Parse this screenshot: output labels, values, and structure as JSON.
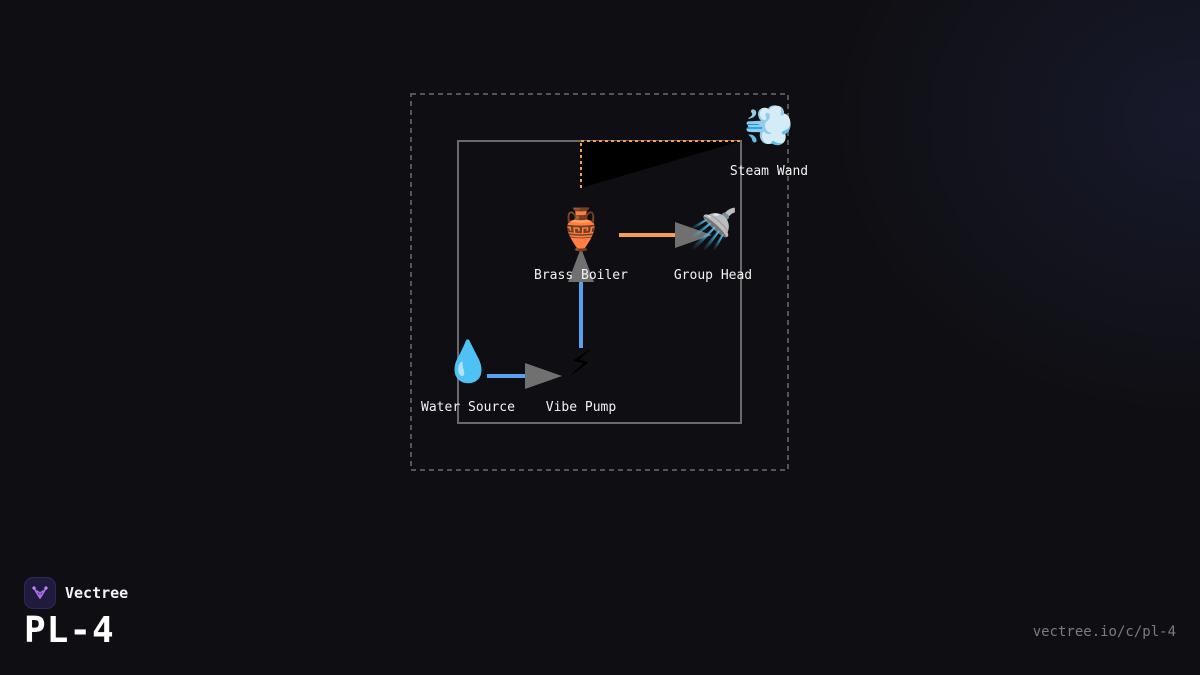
{
  "diagram": {
    "nodes": {
      "steam_wand": {
        "icon": "steam-icon",
        "glyph": "💨",
        "label": "Steam Wand"
      },
      "brass_boiler": {
        "icon": "amphora-icon",
        "glyph": "🏺",
        "label": "Brass Boiler"
      },
      "group_head": {
        "icon": "shower-icon",
        "glyph": "🚿",
        "label": "Group Head"
      },
      "water_source": {
        "icon": "droplet-icon",
        "glyph": "💧",
        "label": "Water Source"
      },
      "vibe_pump": {
        "icon": "lightning-icon",
        "glyph": "⚡",
        "label": "Vibe Pump"
      }
    },
    "edges": [
      {
        "from": "water_source",
        "to": "vibe_pump",
        "color": "#5aa0f0"
      },
      {
        "from": "vibe_pump",
        "to": "brass_boiler",
        "color": "#5aa0f0"
      },
      {
        "from": "brass_boiler",
        "to": "group_head",
        "color": "#f5a050"
      },
      {
        "from": "brass_boiler",
        "to": "steam_wand",
        "color": "#f5a050"
      }
    ],
    "colors": {
      "water_line": "#5aa0f0",
      "heat_line": "#f5a050",
      "outer_frame": "#555555",
      "inner_frame": "#6a6a6a",
      "arrowhead": "#707070"
    }
  },
  "footer": {
    "brand_name": "Vectree",
    "code": "PL-4",
    "url": "vectree.io/c/pl-4"
  }
}
